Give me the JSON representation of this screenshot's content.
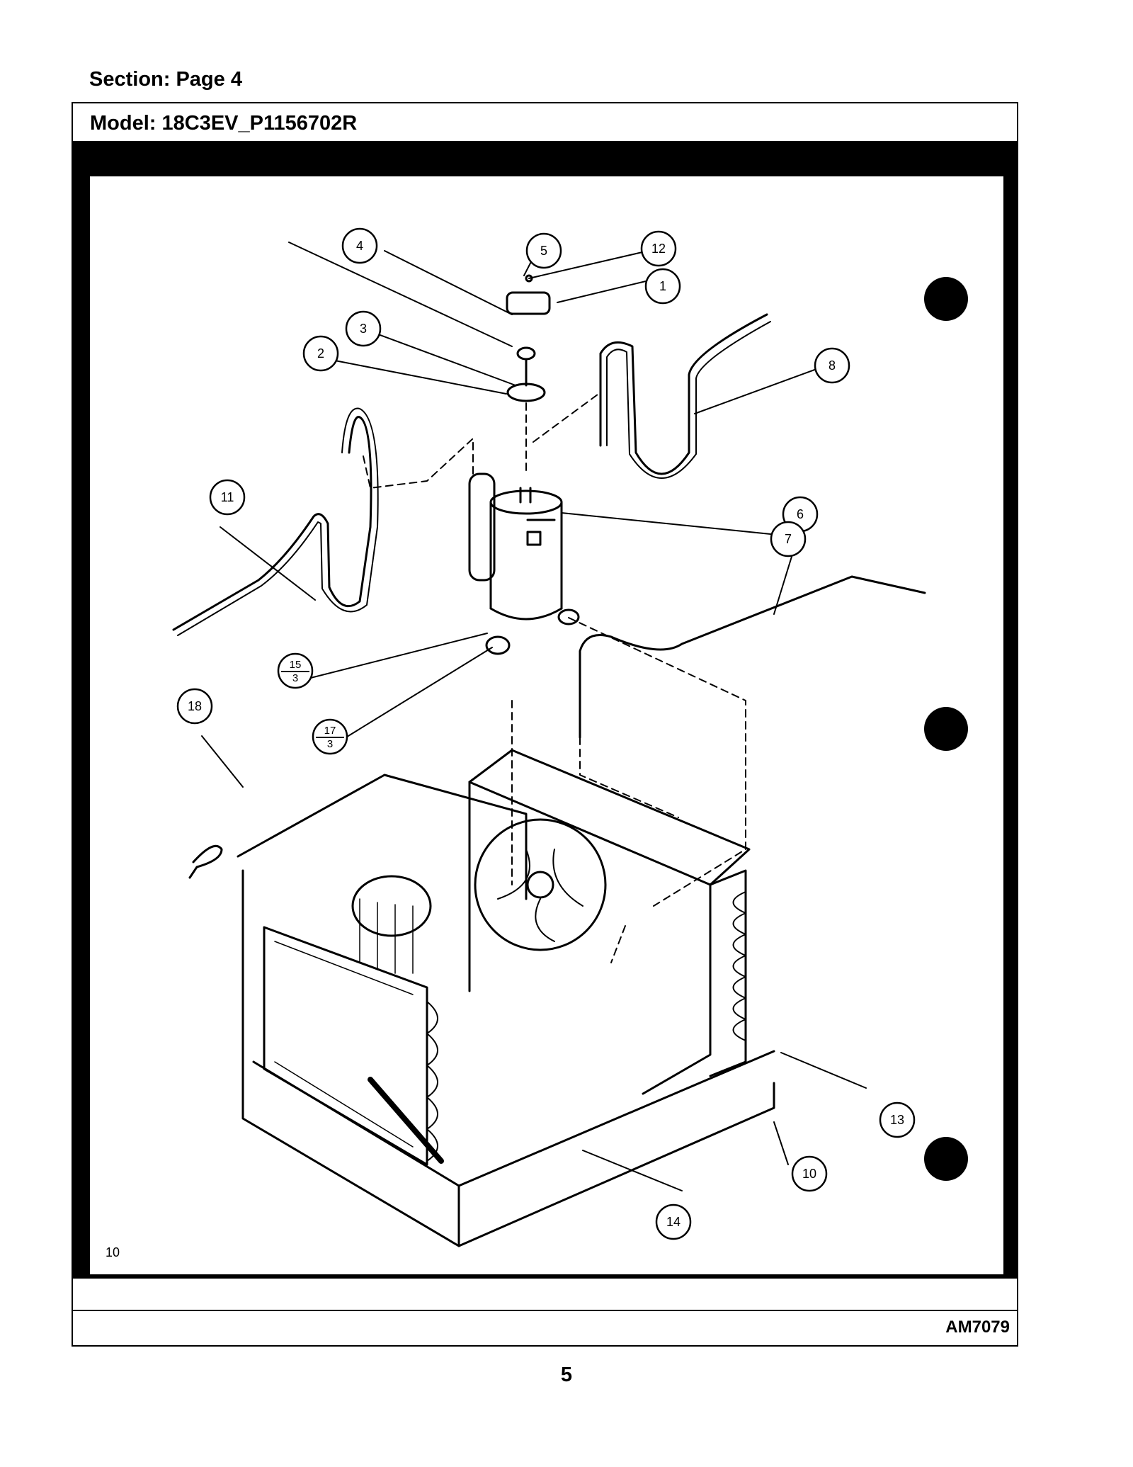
{
  "header": {
    "section": "Section:  Page 4",
    "model": "Model:  18C3EV_P1156702R"
  },
  "diagram": {
    "callouts": [
      "1",
      "2",
      "3",
      "4",
      "5",
      "6",
      "7",
      "8",
      "10",
      "11",
      "12",
      "13",
      "14",
      "18"
    ],
    "fraction_callouts": [
      {
        "top": "15",
        "bottom": "3"
      },
      {
        "top": "17",
        "bottom": "3"
      }
    ],
    "corner_note": "10"
  },
  "footer": {
    "code": "AM7079"
  },
  "page": {
    "number": "5"
  },
  "colors": {
    "ink": "#000000",
    "paper": "#ffffff"
  }
}
